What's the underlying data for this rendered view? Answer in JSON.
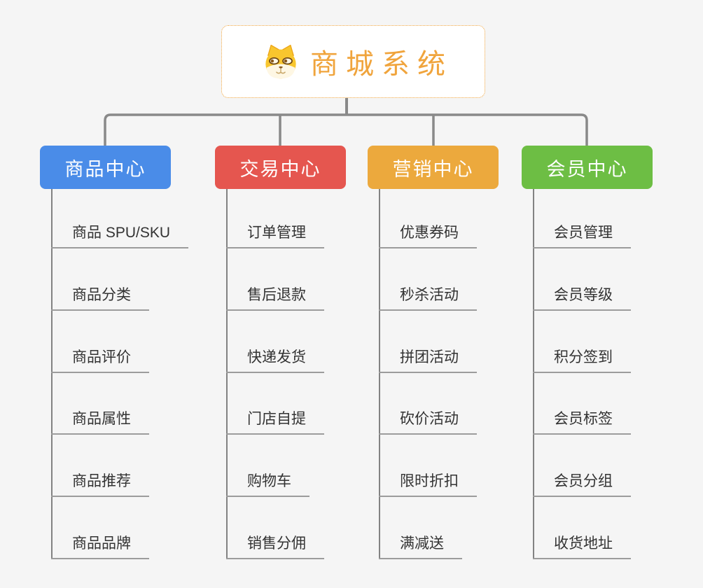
{
  "root": {
    "title": "商城系统",
    "icon": "shiba-dog-icon"
  },
  "branches": [
    {
      "id": "product-center",
      "label": "商品中心",
      "color": "#4A8CE8",
      "children": [
        "商品 SPU/SKU",
        "商品分类",
        "商品评价",
        "商品属性",
        "商品推荐",
        "商品品牌"
      ]
    },
    {
      "id": "trade-center",
      "label": "交易中心",
      "color": "#E5564F",
      "children": [
        "订单管理",
        "售后退款",
        "快递发货",
        "门店自提",
        "购物车",
        "销售分佣"
      ]
    },
    {
      "id": "marketing-center",
      "label": "营销中心",
      "color": "#ECA93D",
      "children": [
        "优惠券码",
        "秒杀活动",
        "拼团活动",
        "砍价活动",
        "限时折扣",
        "满减送"
      ]
    },
    {
      "id": "member-center",
      "label": "会员中心",
      "color": "#6DBE44",
      "children": [
        "会员管理",
        "会员等级",
        "积分签到",
        "会员标签",
        "会员分组",
        "收货地址"
      ]
    }
  ],
  "colors": {
    "background": "#F5F5F5",
    "connector": "#898989",
    "trunk": "#828282",
    "underline": "#9C9C9C",
    "item_text": "#333333",
    "header_text": "#FFFFFF",
    "root_accent": "#F0A43C"
  }
}
